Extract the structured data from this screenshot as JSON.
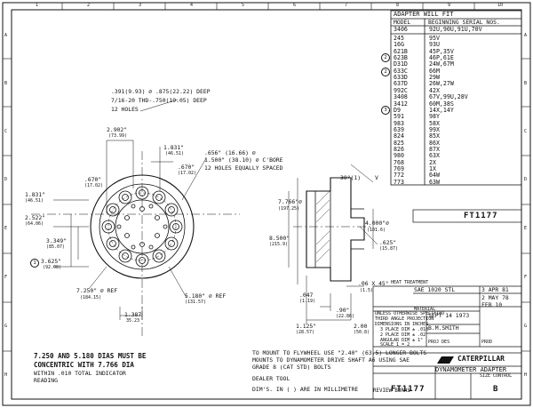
{
  "border": {
    "top_numbers": [
      "1",
      "2",
      "3",
      "4",
      "5",
      "6",
      "7",
      "8",
      "9",
      "10"
    ],
    "side_letters": [
      "A",
      "B",
      "C",
      "D",
      "E",
      "F",
      "G",
      "H"
    ]
  },
  "adapter_table": {
    "title": "ADAPTER WILL FIT",
    "col_model": "MODEL",
    "col_serial": "BEGINNING SERIAL NOS.",
    "rows": [
      {
        "model": "3406",
        "serial": "92U,90U,91U,70V"
      },
      {
        "model": "245",
        "serial": "95V"
      },
      {
        "model": "16G",
        "serial": "93U"
      },
      {
        "model": "621B",
        "serial": "45P,35V"
      },
      {
        "model": "623B",
        "serial": "46P,61E"
      },
      {
        "model": "D31D",
        "serial": "24W,67M"
      },
      {
        "model": "633C",
        "serial": "66M"
      },
      {
        "model": "633D",
        "serial": "29W"
      },
      {
        "model": "637D",
        "serial": "26W,27W"
      },
      {
        "model": "992C",
        "serial": "42X"
      },
      {
        "model": "3408",
        "serial": "67V,99U,28V"
      },
      {
        "model": "3412",
        "serial": "60M,38S"
      },
      {
        "model": "D9",
        "serial": "14X,14Y"
      },
      {
        "model": "591",
        "serial": "98Y"
      },
      {
        "model": "983",
        "serial": "58X"
      },
      {
        "model": "639",
        "serial": "99X"
      },
      {
        "model": "824",
        "serial": "85X"
      },
      {
        "model": "825",
        "serial": "86X"
      },
      {
        "model": "826",
        "serial": "87X"
      },
      {
        "model": "980",
        "serial": "63X"
      },
      {
        "model": "768",
        "serial": "2X"
      },
      {
        "model": "769",
        "serial": "1X"
      },
      {
        "model": "772",
        "serial": "64W"
      },
      {
        "model": "773",
        "serial": "63W"
      }
    ],
    "circle_marks": [
      "2",
      "2",
      "3"
    ]
  },
  "front_view": {
    "note_holes_1": ".391(9.93) ⌀ .875(22.22) DEEP",
    "note_holes_2": "7/16-20 THD-.750(19.05) DEEP",
    "note_holes_3": "12 HOLES",
    "dim_2902": "2.902\"",
    "dim_2902_mm": "(73.99)",
    "dim_1831a": "1.831\"",
    "dim_1831a_mm": "(46.51)",
    "dim_670a": ".670\"",
    "dim_670a_mm": "(17.02)",
    "dim_670b": ".670\"",
    "dim_670b_mm": "(17.02)",
    "dim_1831b": "1.831\"",
    "dim_1831b_mm": "(46.51)",
    "dim_2522": "2.522\"",
    "dim_2522_mm": "(64.06)",
    "dim_3349": "3.349\"",
    "dim_3349_mm": "(85.07)",
    "dim_3625": "3.625\"",
    "dim_3625_mm": "(92.08)",
    "dim_7250": "7.250\" ⌀ REF",
    "dim_7250_mm": "(184.15)",
    "dim_5180": "5.180\" ⌀ REF",
    "dim_5180_mm": "(131.57)",
    "dim_1387": "1.387",
    "dim_1387_mm": "35.23",
    "note_bore_1": ".656\" (16.66) ⌀",
    "note_bore_2": "1.500\" (38.10) ⌀ C'BORE",
    "note_bore_3": "12 HOLES EQUALLY SPACED",
    "circle_mark": "1"
  },
  "side_view": {
    "angle": "30°(1)",
    "angle_tag": "V",
    "dim_7766": "7.766\"⌀",
    "dim_7766_mm": "(197.25)",
    "dim_8500": "8.500\"",
    "dim_8500_mm": "(215.9)",
    "dim_4000": "4.000\"⌀",
    "dim_4000_mm": "(101.6)",
    "dim_625": ".625\"",
    "dim_625_mm": "(15.87)",
    "chamfer": ".06 X 45°",
    "chamfer_mm": "(1.5)",
    "dim_047": ".047",
    "dim_047_mm": "(1.19)",
    "dim_900": ".90\"",
    "dim_900_mm": "(22.86)",
    "dim_1125": "1.125\"",
    "dim_1125_mm": "(28.57)",
    "dim_200": "2.00",
    "dim_200_mm": "(50.8)"
  },
  "notes": {
    "note_left_1": "7.250 AND 5.180 DIAS MUST BE",
    "note_left_2": "CONCENTRIC WITH 7.766 DIA",
    "note_left_3": "WITHIN .010 TOTAL INDICATOR",
    "note_left_4": "READING",
    "note_mid_1": "TO MOUNT TO FLYWHEEL USE \"2.40\" (63.5) LONGER BOLTS",
    "note_mid_2": "MOUNTS TO DYNAMOMETER DRIVE SHAFT A6 USING SAE",
    "note_mid_3": "GRADE 8 (CAT STD) BOLTS",
    "note_mid_4": "DEALER TOOL",
    "note_mid_5": "DIM'S. IN (  ) ARE IN MILLIMETRE",
    "review_label": "REVIEW BURRS"
  },
  "title_block": {
    "drawing_no_top": "FT1177",
    "heat_treatment": "HEAT TREATMENT",
    "material_label": "MATERIAL",
    "material": "SAE 1020 STL",
    "rev_1": "3 APR 81",
    "rev_2": "2 MAY 78",
    "rev_3": "FEB 10",
    "tolerances_1": "UNLESS OTHERWISE SPECIFIED",
    "tolerances_2": "THIRD ANGLE PROJECTION",
    "tolerances_3": "DIMENSIONS IN INCHES",
    "tol_place_3": "3 PLACE DIM ± .010",
    "tol_place_2": "2 PLACE DIM ± .02",
    "tol_angular": "ANGULAR DIM ± 1°",
    "scale": "SCALE 1 = 2",
    "date": "SEPT 14 1973",
    "drawn_by": "B.M.SMITH",
    "proj_des": "PROJ DES",
    "prod": "PROD",
    "company": "CATERPILLAR",
    "title": "DYNAMOMETER ADAPTER",
    "drawing_no_bottom": "FT1177",
    "sheet": "B",
    "size_label": "SIZE CONTROL"
  }
}
